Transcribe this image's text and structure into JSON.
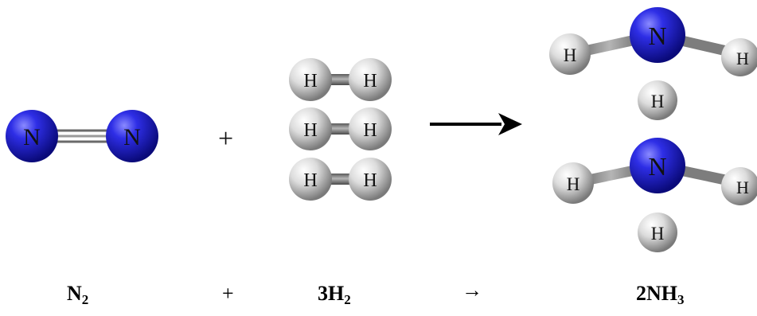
{
  "colors": {
    "nitrogen": "#1c1cc8",
    "hydrogen": "#d9d9d9",
    "bond": "#8c8c8c",
    "arrow": "#000000"
  },
  "atom_labels": {
    "nitrogen": "N",
    "hydrogen": "H"
  },
  "reaction_diagram": {
    "plus": "+"
  },
  "equation": {
    "reactant1": {
      "symbol": "N",
      "subscript": "2"
    },
    "plus": "+",
    "reactant2": {
      "coefficient": "3",
      "symbol": "H",
      "subscript": "2"
    },
    "arrow": "→",
    "product": {
      "coefficient": "2",
      "symbol": "NH",
      "subscript": "3"
    }
  }
}
